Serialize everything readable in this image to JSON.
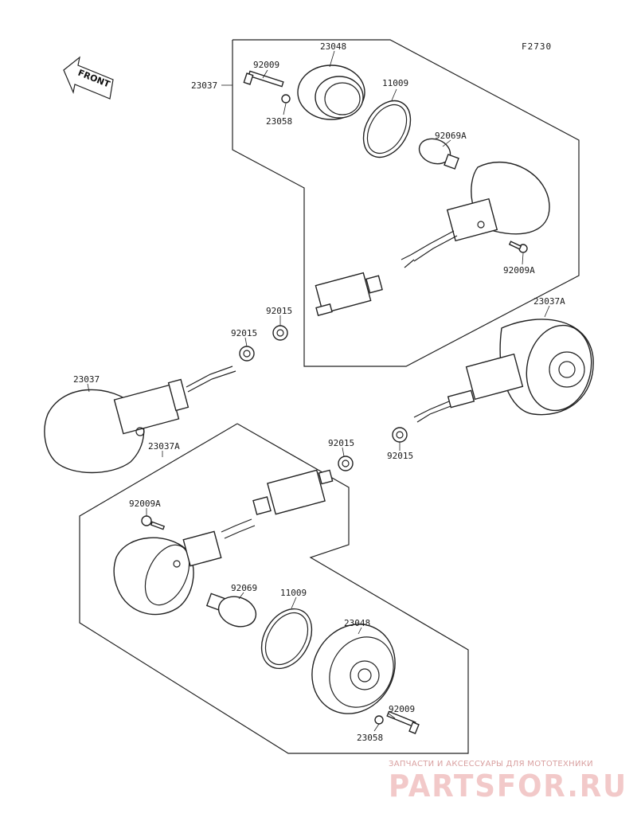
{
  "diagram": {
    "ref_code": "F2730",
    "front_label": "FRONT",
    "labels": {
      "p23037_top": "23037",
      "p92009_top": "92009",
      "p23048_top": "23048",
      "p11009_top": "11009",
      "p23058_top": "23058",
      "p92069A": "92069A",
      "p92009A_top": "92009A",
      "p92015_a": "92015",
      "p92015_b": "92015",
      "p23037A_right": "23037A",
      "p23037_left": "23037",
      "p92015_right": "92015",
      "p92015_lower": "92015",
      "p23037A_lower": "23037A",
      "p92009A_lower": "92009A",
      "p92069": "92069",
      "p11009_lower": "11009",
      "p23048_lower": "23048",
      "p92009_lower": "92009",
      "p23058_lower": "23058"
    }
  },
  "watermark": {
    "tagline": "ЗАПЧАСТИ И АКСЕССУАРЫ ДЛЯ МОТОТЕХНИКИ",
    "logo": "PARTSFOR.RU"
  }
}
